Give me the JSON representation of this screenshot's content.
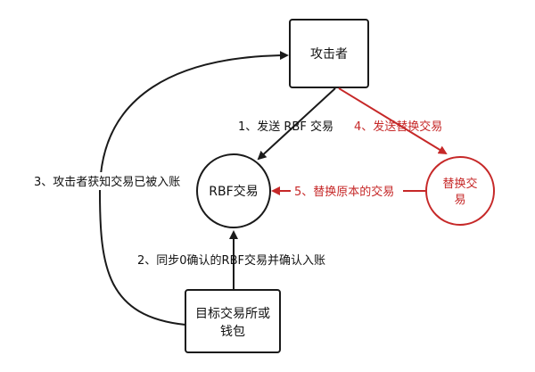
{
  "nodes": {
    "attacker": {
      "label": "攻击者"
    },
    "rbf_tx": {
      "label": "RBF交易"
    },
    "replace_tx": {
      "line1": "替换交",
      "line2": "易"
    },
    "target": {
      "line1": "目标交易所或",
      "line2": "钱包"
    }
  },
  "edges": {
    "send_rbf": {
      "label": "1、发送 RBF 交易"
    },
    "sync_confirm": {
      "label": "2、同步0确认的RBF交易并确认入账"
    },
    "attacker_learns": {
      "label": "3、攻击者获知交易已被入账"
    },
    "send_replace": {
      "label": "4、发送替换交易"
    },
    "replace_original": {
      "label": "5、替换原本的交易"
    }
  },
  "colors": {
    "black": "#1a1a1a",
    "red": "#c62828"
  }
}
